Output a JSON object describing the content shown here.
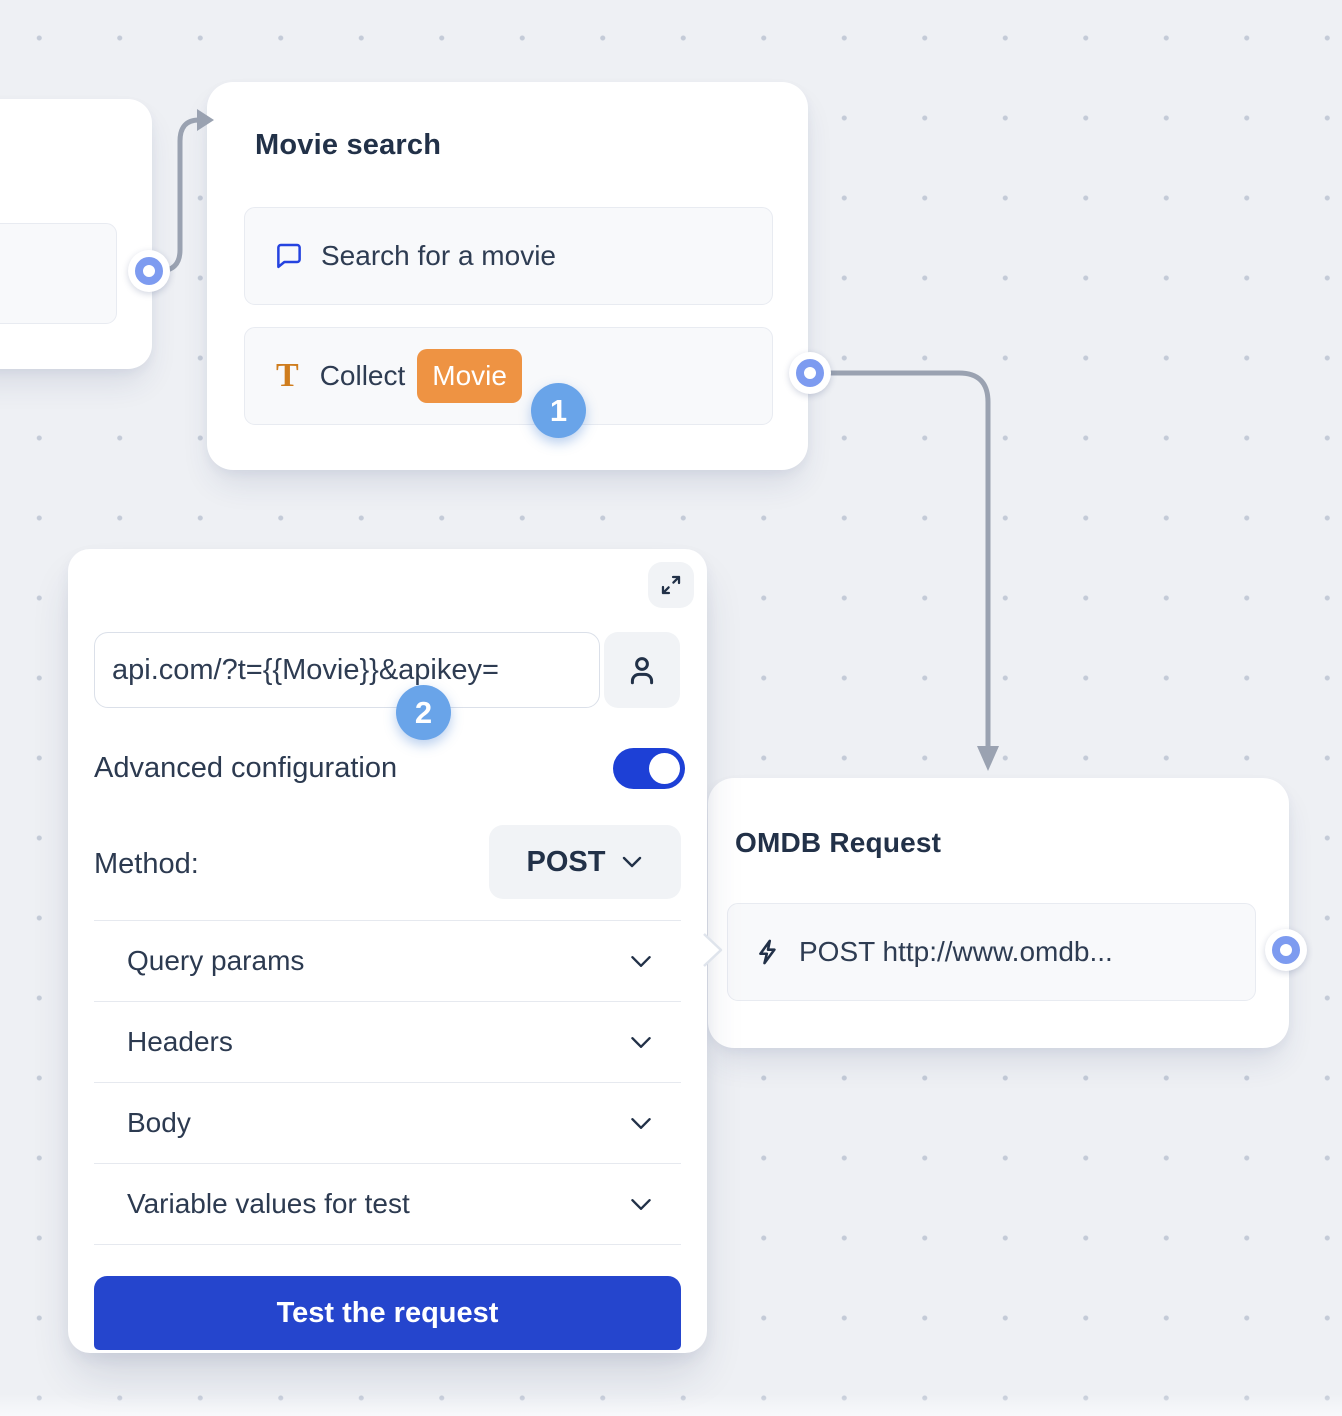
{
  "badges": {
    "step1": "1",
    "step2": "2"
  },
  "nodes": {
    "left_partial": {
      "note": "partially visible node card at canvas left edge, no visible text"
    },
    "movie_search": {
      "title": "Movie search",
      "items": [
        {
          "icon": "chat-bubble-icon",
          "label": "Search for a movie"
        },
        {
          "icon": "text-collect-icon",
          "label": "Collect",
          "chip": "Movie"
        }
      ]
    },
    "omdb_request": {
      "title": "OMDB Request",
      "item": {
        "icon": "lightning-icon",
        "label": "POST http://www.omdb..."
      }
    }
  },
  "panel": {
    "expand_icon": "expand-icon",
    "url_value": "api.com/?t={{Movie}}&apikey=",
    "url_user_icon": "person-icon",
    "advanced_label": "Advanced configuration",
    "advanced_enabled": true,
    "method_label": "Method:",
    "method_value": "POST",
    "sections": [
      "Query params",
      "Headers",
      "Body",
      "Variable values for test"
    ],
    "test_button": "Test the request"
  },
  "colors": {
    "canvas_bg": "#eef0f4",
    "grid_dot": "#c4cbd8",
    "connector_gray": "#9aa2b1",
    "port_blue": "#7d9bf0",
    "step_badge_blue": "#69a4e9",
    "chip_orange": "#ee9343",
    "collect_icon_orange": "#cf7d1e",
    "chat_icon_blue": "#2543e0",
    "toggle_blue": "#1d40d6",
    "button_blue": "#2545cd",
    "title_text": "#223148",
    "body_text": "#2e3c52"
  }
}
